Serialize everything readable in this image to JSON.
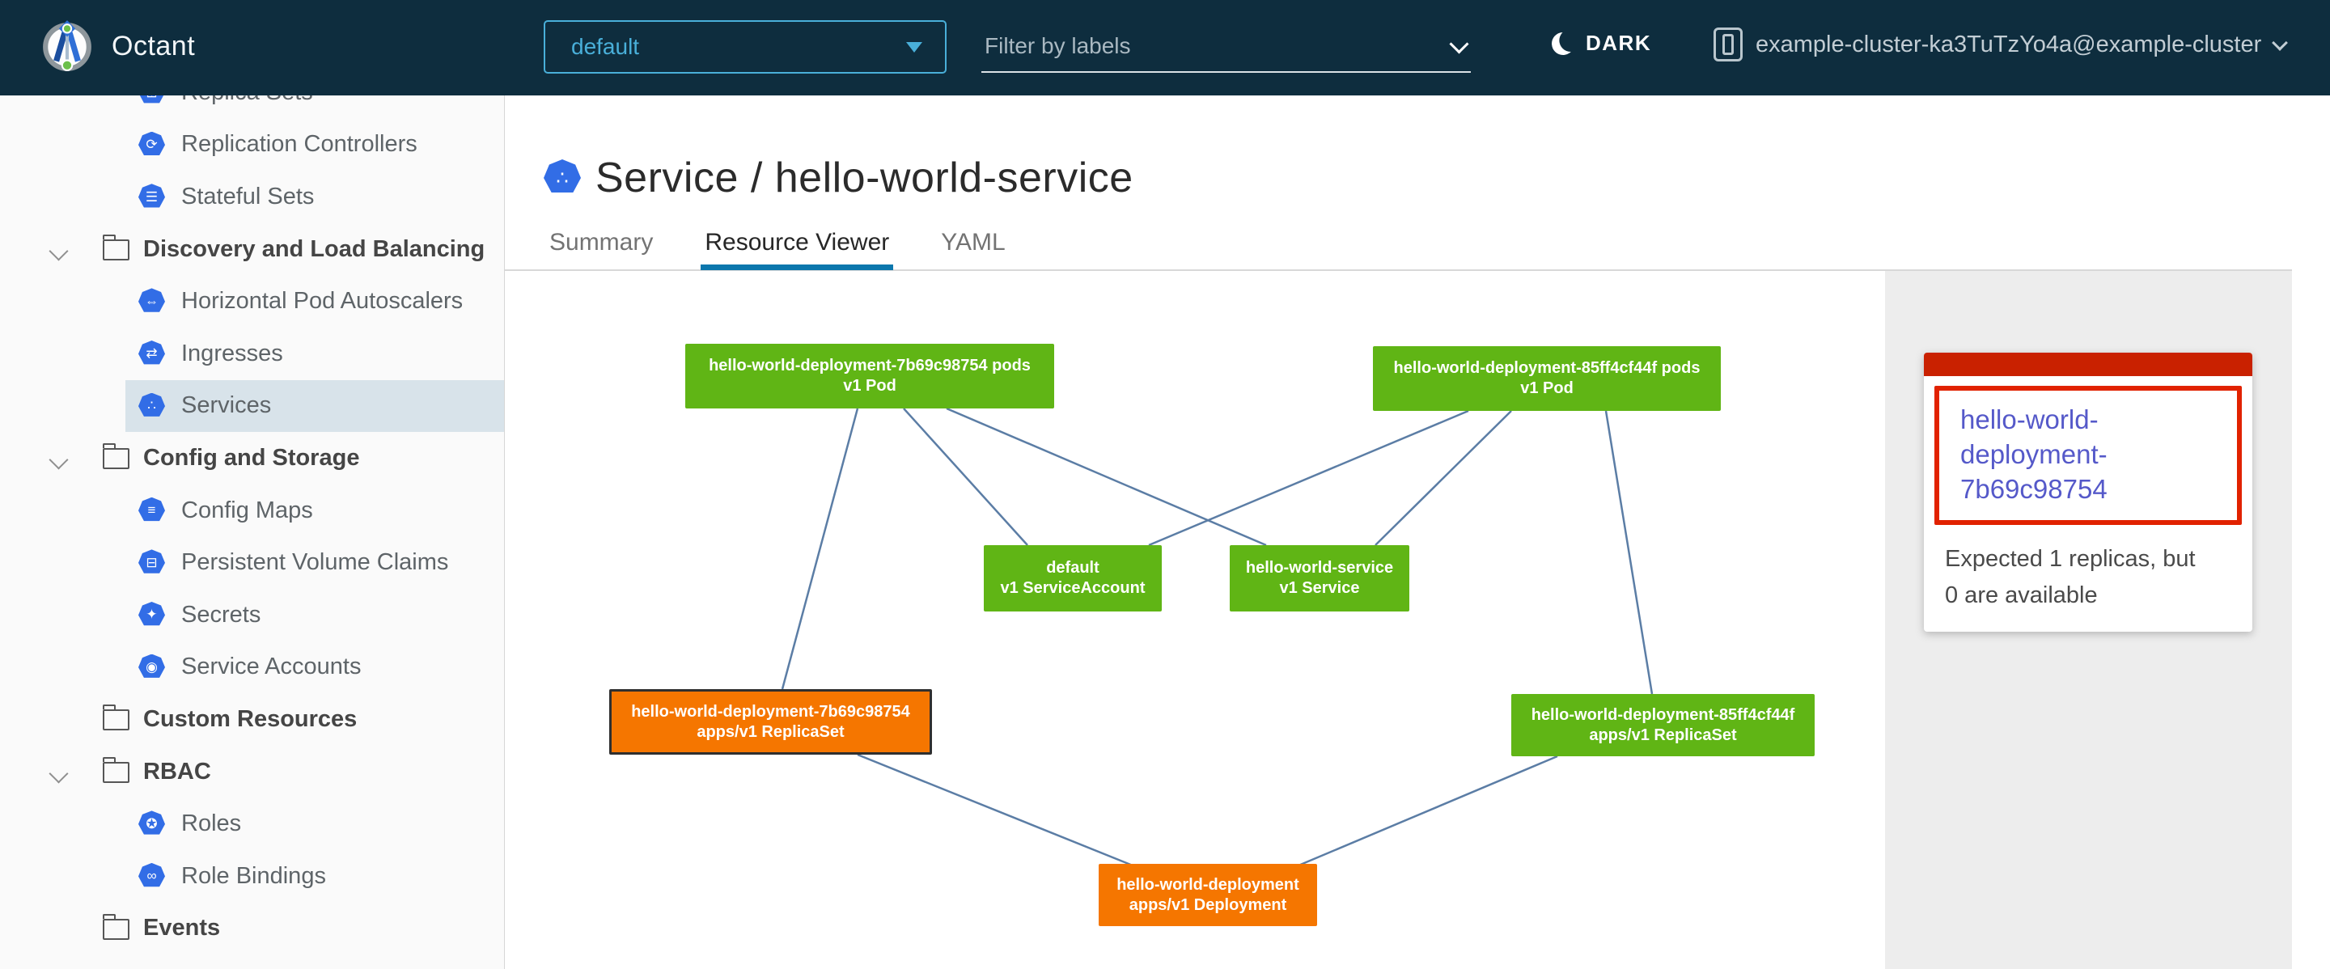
{
  "app": {
    "title": "Octant"
  },
  "colors": {
    "header_bg": "#0e2d3e",
    "accent_blue": "#49afd9",
    "k8s_icon_blue": "#326de6",
    "selected_row_bg": "#d8e3ea",
    "tab_active_underline": "#0c77ad",
    "node_ok": "#60b515",
    "node_warning": "#f57600",
    "edge": "#5b7da5",
    "panel_bg": "#ededed",
    "alert_bar_red": "#c92100",
    "alert_border_red": "#e12200",
    "link_blue": "#5559c9"
  },
  "header": {
    "namespace_dropdown": {
      "value": "default"
    },
    "filter": {
      "placeholder": "Filter by labels"
    },
    "theme_toggle": {
      "label": "DARK"
    },
    "cluster": {
      "label": "example-cluster-ka3TuTzYo4a@example-cluster"
    }
  },
  "sidebar": {
    "rows": [
      {
        "kind": "item",
        "label": "Replica Sets",
        "icon": "replica-sets",
        "glyph": "⊞"
      },
      {
        "kind": "item",
        "label": "Replication Controllers",
        "icon": "replication-controllers",
        "glyph": "⟳"
      },
      {
        "kind": "item",
        "label": "Stateful Sets",
        "icon": "stateful-sets",
        "glyph": "☰"
      },
      {
        "kind": "group",
        "label": "Discovery and Load Balancing",
        "chevron": true
      },
      {
        "kind": "item",
        "label": "Horizontal Pod Autoscalers",
        "icon": "horizontal-pod-autoscalers",
        "glyph": "⇔"
      },
      {
        "kind": "item",
        "label": "Ingresses",
        "icon": "ingresses",
        "glyph": "⇄"
      },
      {
        "kind": "item",
        "label": "Services",
        "icon": "services",
        "glyph": "∴",
        "selected": true
      },
      {
        "kind": "group",
        "label": "Config and Storage",
        "chevron": true
      },
      {
        "kind": "item",
        "label": "Config Maps",
        "icon": "config-maps",
        "glyph": "≡"
      },
      {
        "kind": "item",
        "label": "Persistent Volume Claims",
        "icon": "persistent-volume-claims",
        "glyph": "⊟"
      },
      {
        "kind": "item",
        "label": "Secrets",
        "icon": "secrets",
        "glyph": "✦"
      },
      {
        "kind": "item",
        "label": "Service Accounts",
        "icon": "service-accounts",
        "glyph": "◉"
      },
      {
        "kind": "group",
        "label": "Custom Resources",
        "chevron": false
      },
      {
        "kind": "group",
        "label": "RBAC",
        "chevron": true
      },
      {
        "kind": "item",
        "label": "Roles",
        "icon": "roles",
        "glyph": "✪"
      },
      {
        "kind": "item",
        "label": "Role Bindings",
        "icon": "role-bindings",
        "glyph": "∞"
      },
      {
        "kind": "group",
        "label": "Events",
        "chevron": false
      }
    ]
  },
  "main": {
    "title": "Service / hello-world-service",
    "tabs": [
      {
        "label": "Summary",
        "active": false
      },
      {
        "label": "Resource Viewer",
        "active": true
      },
      {
        "label": "YAML",
        "active": false
      }
    ]
  },
  "graph": {
    "nodes": [
      {
        "id": "pod-7b69c98754",
        "title": "hello-world-deployment-7b69c98754 pods",
        "subtitle": "v1 Pod",
        "status": "ok"
      },
      {
        "id": "pod-85ff4cf44f",
        "title": "hello-world-deployment-85ff4cf44f pods",
        "subtitle": "v1 Pod",
        "status": "ok"
      },
      {
        "id": "serviceaccount-default",
        "title": "default",
        "subtitle": "v1 ServiceAccount",
        "status": "ok"
      },
      {
        "id": "service-hello-world",
        "title": "hello-world-service",
        "subtitle": "v1 Service",
        "status": "ok"
      },
      {
        "id": "replicaset-7b69c98754",
        "title": "hello-world-deployment-7b69c98754",
        "subtitle": "apps/v1 ReplicaSet",
        "status": "warning",
        "selected": true
      },
      {
        "id": "replicaset-85ff4cf44f",
        "title": "hello-world-deployment-85ff4cf44f",
        "subtitle": "apps/v1 ReplicaSet",
        "status": "ok"
      },
      {
        "id": "deployment-hello-world",
        "title": "hello-world-deployment",
        "subtitle": "apps/v1 Deployment",
        "status": "warning"
      }
    ]
  },
  "panel": {
    "card": {
      "name_lines": [
        "hello-world-",
        "deployment-",
        "7b69c98754"
      ],
      "message_lines": [
        "Expected 1 replicas, but",
        "0 are available"
      ]
    }
  }
}
